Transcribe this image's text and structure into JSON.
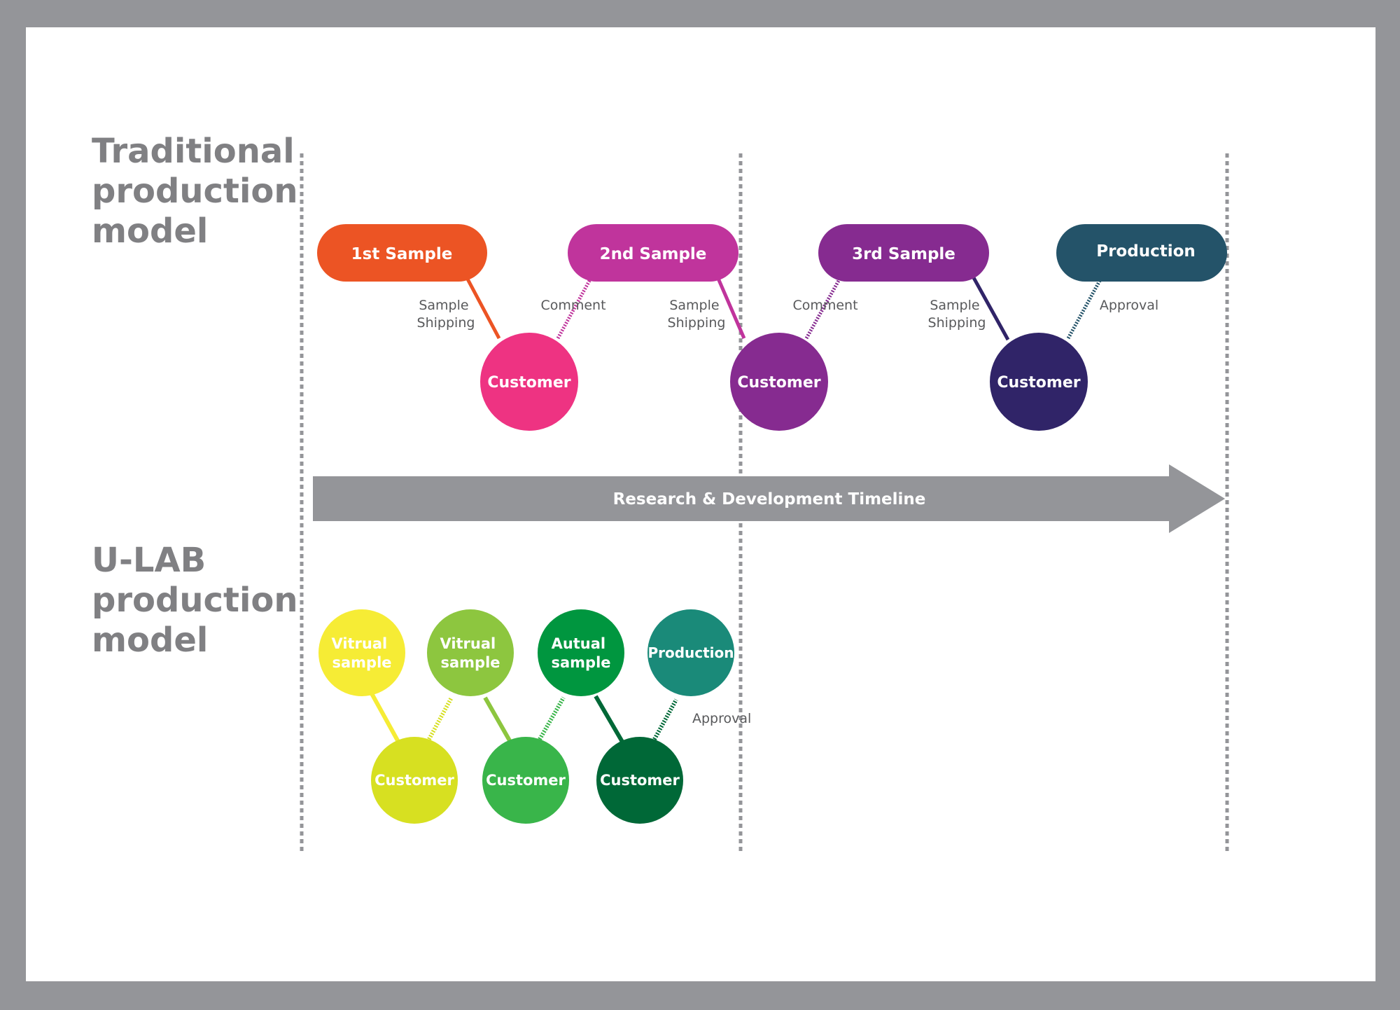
{
  "traditional": {
    "heading": [
      "Traditional",
      "production",
      "model"
    ],
    "pills": [
      {
        "label": "1st Sample",
        "color": "#ec5424"
      },
      {
        "label": "2nd Sample",
        "color": "#c0349c"
      },
      {
        "label": "3rd Sample",
        "color": "#862b90"
      },
      {
        "label": "Production",
        "color": "#245369"
      }
    ],
    "customers": [
      {
        "label": "Customer",
        "color": "#ee3382"
      },
      {
        "label": "Customer",
        "color": "#862b90"
      },
      {
        "label": "Customer",
        "color": "#302468"
      }
    ],
    "connector_labels": [
      [
        "Sample",
        "Shipping"
      ],
      [
        "Comment"
      ],
      [
        "Sample",
        "Shipping"
      ],
      [
        "Comment"
      ],
      [
        "Sample",
        "Shipping"
      ],
      [
        "Approval"
      ]
    ]
  },
  "timeline": {
    "label": "Research & Development Timeline",
    "color": "#949599"
  },
  "ulab": {
    "heading": [
      "U-LAB",
      "production",
      "model"
    ],
    "top_nodes": [
      {
        "lines": [
          "Vitrual",
          "sample"
        ],
        "color": "#f6ec35"
      },
      {
        "lines": [
          "Vitrual",
          "sample"
        ],
        "color": "#8dc63f"
      },
      {
        "lines": [
          "Autual",
          "sample"
        ],
        "color": "#00963f"
      },
      {
        "lines": [
          "Production"
        ],
        "color": "#1a8a79"
      }
    ],
    "customers": [
      {
        "label": "Customer",
        "color": "#d7e021"
      },
      {
        "label": "Customer",
        "color": "#39b54a"
      },
      {
        "label": "Customer",
        "color": "#006837"
      }
    ],
    "approval_label": "Approval"
  }
}
